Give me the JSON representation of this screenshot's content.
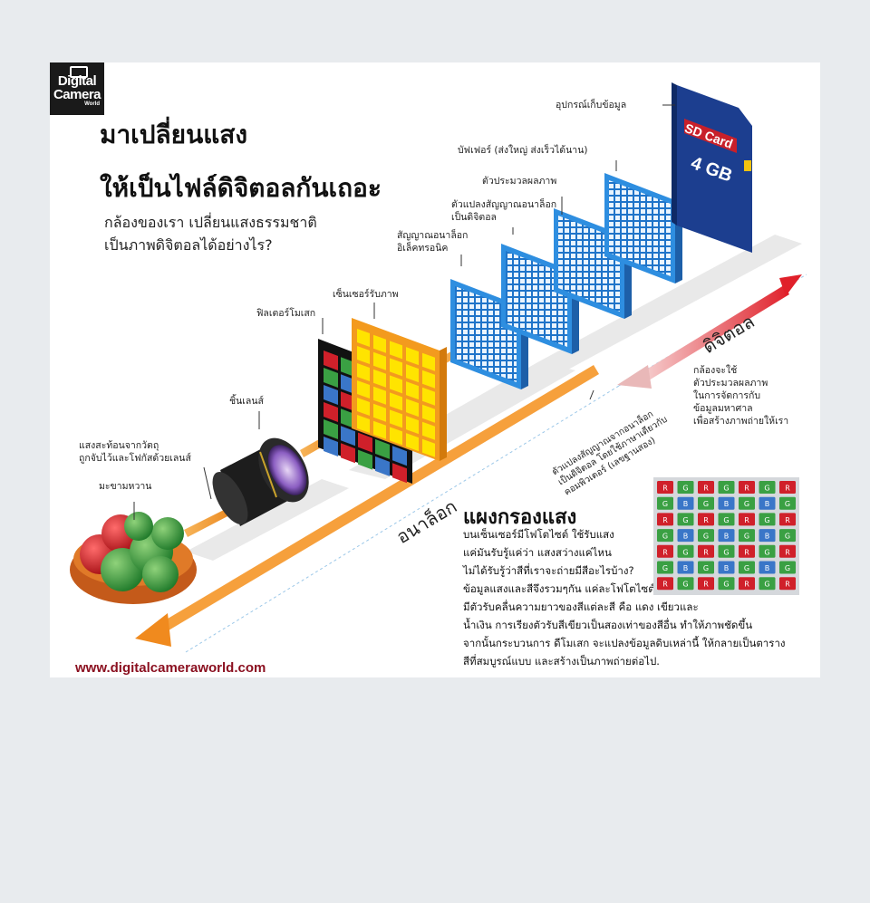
{
  "logo": {
    "line1": "Digital",
    "line2": "Camera",
    "line3": "World"
  },
  "title": {
    "line1": "มาเปลี่ยนแสง",
    "line2": "ให้เป็นไฟล์ดิจิตอลกันเถอะ"
  },
  "intro": {
    "line1": "กล้องของเรา เปลี่ยนแสงธรรมชาติ",
    "line2": "เป็นภาพดิจิตอลได้อย่างไร?"
  },
  "labels": {
    "storage": "อุปกรณ์เก็บข้อมูล",
    "buffer": "บัฟเฟอร์ (ส่งใหญ่ ส่งเร็วได้นาน)",
    "processor": "ตัวประมวลผลภาพ",
    "converter_line1": "ตัวแปลงสัญญาณอนาล็อก",
    "converter_line2": "เป็นดิจิตอล",
    "analog_signal_line1": "สัญญาณอนาล็อก",
    "analog_signal_line2": "อิเล็คทรอนิค",
    "sensor": "เซ็นเซอร์รับภาพ",
    "filter": "ฟิลเตอร์โมเสก",
    "lens": "ชิ้นเลนส์",
    "light_line1": "แสงสะท้อนจากวัตถุ",
    "light_line2": "ถูกจับไว้และโฟกัสด้วยเลนส์",
    "object": "มะขามหวาน"
  },
  "sd_card": {
    "brand": "SD Card",
    "capacity": "4 GB"
  },
  "axis": {
    "digital": "ดิจิตอล",
    "analog": "อนาล็อก"
  },
  "camera_note": {
    "line1": "กล้องจะใช้",
    "line2": "ตัวประมวลผลภาพ",
    "line3": "ในการจัดการกับ",
    "line4": "ข้อมูลมหาศาล",
    "line5": "เพื่อสร้างภาพถ่ายให้เรา"
  },
  "converter_note": {
    "line1": "ตัวแปลงสัญญาณจากอนาล็อก",
    "line2": "เป็นดิจิตอล โดยใช้ภาษาเดียวกับ",
    "line3": "คอมพิวเตอร์ (เลขฐานสอง)"
  },
  "filter_section": {
    "heading": "แผงกรองแสง",
    "lines": [
      "บนเซ็นเซอร์มีโฟโตไซต์ ใช้รับแสง",
      "แค่มันรับรู้แค่ว่า แสงสว่างแค่ไหน",
      "ไม่ได้รับรู้ว่าสีที่เราจะถ่ายมีสีอะไรบ้าง?",
      "ข้อมูลแสงและสีจึงรวมๆกัน แค่ละโฟโตไซต์",
      "มีตัวรับคลื่นความยาวของสีแต่ละสี คือ แดง เขียวและ",
      "น้ำเงิน การเรียงตัวรับสีเขียวเป็นสองเท่าของสีอื่น ทำให้ภาพชัดขึ้น",
      "จากนั้นกระบวนการ ดีโมเสก จะแปลงข้อมูลดิบเหล่านี้ ให้กลายเป็นตาราง",
      "สีที่สมบูรณ์แบบ และสร้างเป็นภาพถ่ายต่อไป."
    ]
  },
  "bayer_grid": {
    "rows": [
      [
        "R",
        "G",
        "R",
        "G",
        "R",
        "G",
        "R"
      ],
      [
        "G",
        "B",
        "G",
        "B",
        "G",
        "B",
        "G"
      ],
      [
        "R",
        "G",
        "R",
        "G",
        "R",
        "G",
        "R"
      ],
      [
        "G",
        "B",
        "G",
        "B",
        "G",
        "B",
        "G"
      ],
      [
        "R",
        "G",
        "R",
        "G",
        "R",
        "G",
        "R"
      ],
      [
        "G",
        "B",
        "G",
        "B",
        "G",
        "B",
        "G"
      ],
      [
        "R",
        "G",
        "R",
        "G",
        "R",
        "G",
        "R"
      ]
    ]
  },
  "url": "www.digitalcameraworld.com",
  "colors": {
    "red": "#d0202a",
    "green": "#3aa043",
    "blue": "#3a76c8",
    "orange": "#f39a1e",
    "sensor_blue": "#2e8ee0",
    "sensor_yellow": "#ffe400",
    "sd_blue": "#1c3e8f",
    "url_red": "#8b1020"
  }
}
